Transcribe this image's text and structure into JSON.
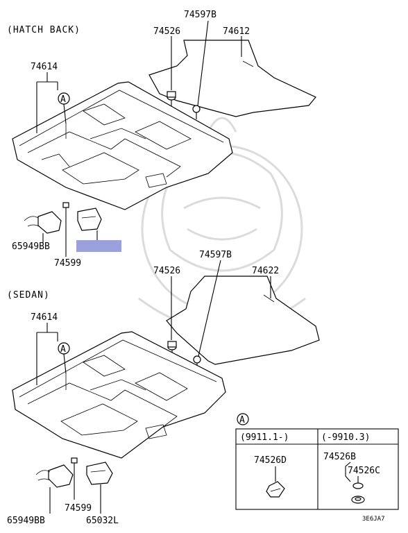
{
  "sections": {
    "hatchback": {
      "title": "(HATCH BACK)",
      "labels": {
        "carpet_front": "74614",
        "retainer": "74526",
        "screw": "74597B",
        "carpet_rear": "74612",
        "harness": "65949BB",
        "bolt": "74599"
      },
      "callout": "A",
      "highlight_color": "#9aa0dc"
    },
    "sedan": {
      "title": "(SEDAN)",
      "labels": {
        "carpet_front": "74614",
        "retainer": "74526",
        "screw": "74597B",
        "carpet_rear": "74622",
        "harness": "65949BB",
        "bolt": "74599",
        "bracket": "65032L"
      },
      "callout": "A"
    }
  },
  "detail_table": {
    "callout": "A",
    "col1_header": "(9911.1-)",
    "col2_header": "(-9910.3)",
    "col1_part": "74526D",
    "col2_part_upper": "74526B",
    "col2_part_lower": "74526C"
  },
  "diagram_code": "3E6JA7"
}
